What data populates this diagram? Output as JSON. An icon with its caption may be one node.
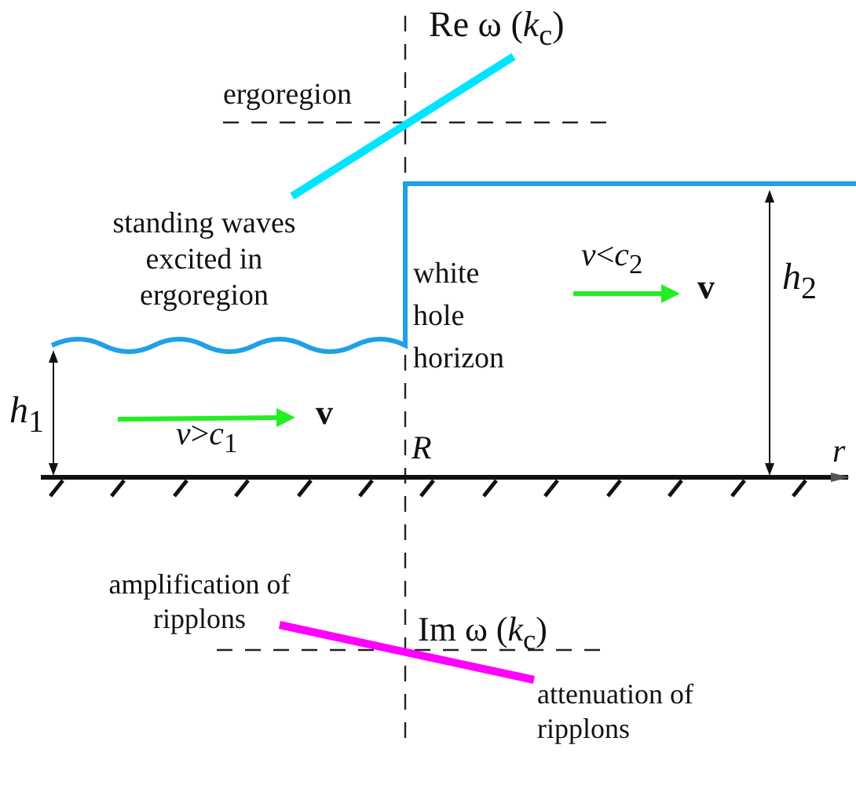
{
  "diagram": {
    "labels": [
      "Re ω (*k*$_{c}$)",
      "ergoregion",
      "standing waves excited in ergoregion",
      "white hole horizon",
      "*v*<*c*$_{2}$",
      "v",
      "*h*$_{2}$",
      "*h*$_{1}$",
      "v",
      "*v*>*c*$_{1}$",
      "*R*",
      "*r*",
      "amplification of ripplons",
      "Im ω (*k*$_{c}$)",
      "attenuation of ripplons"
    ]
  }
}
